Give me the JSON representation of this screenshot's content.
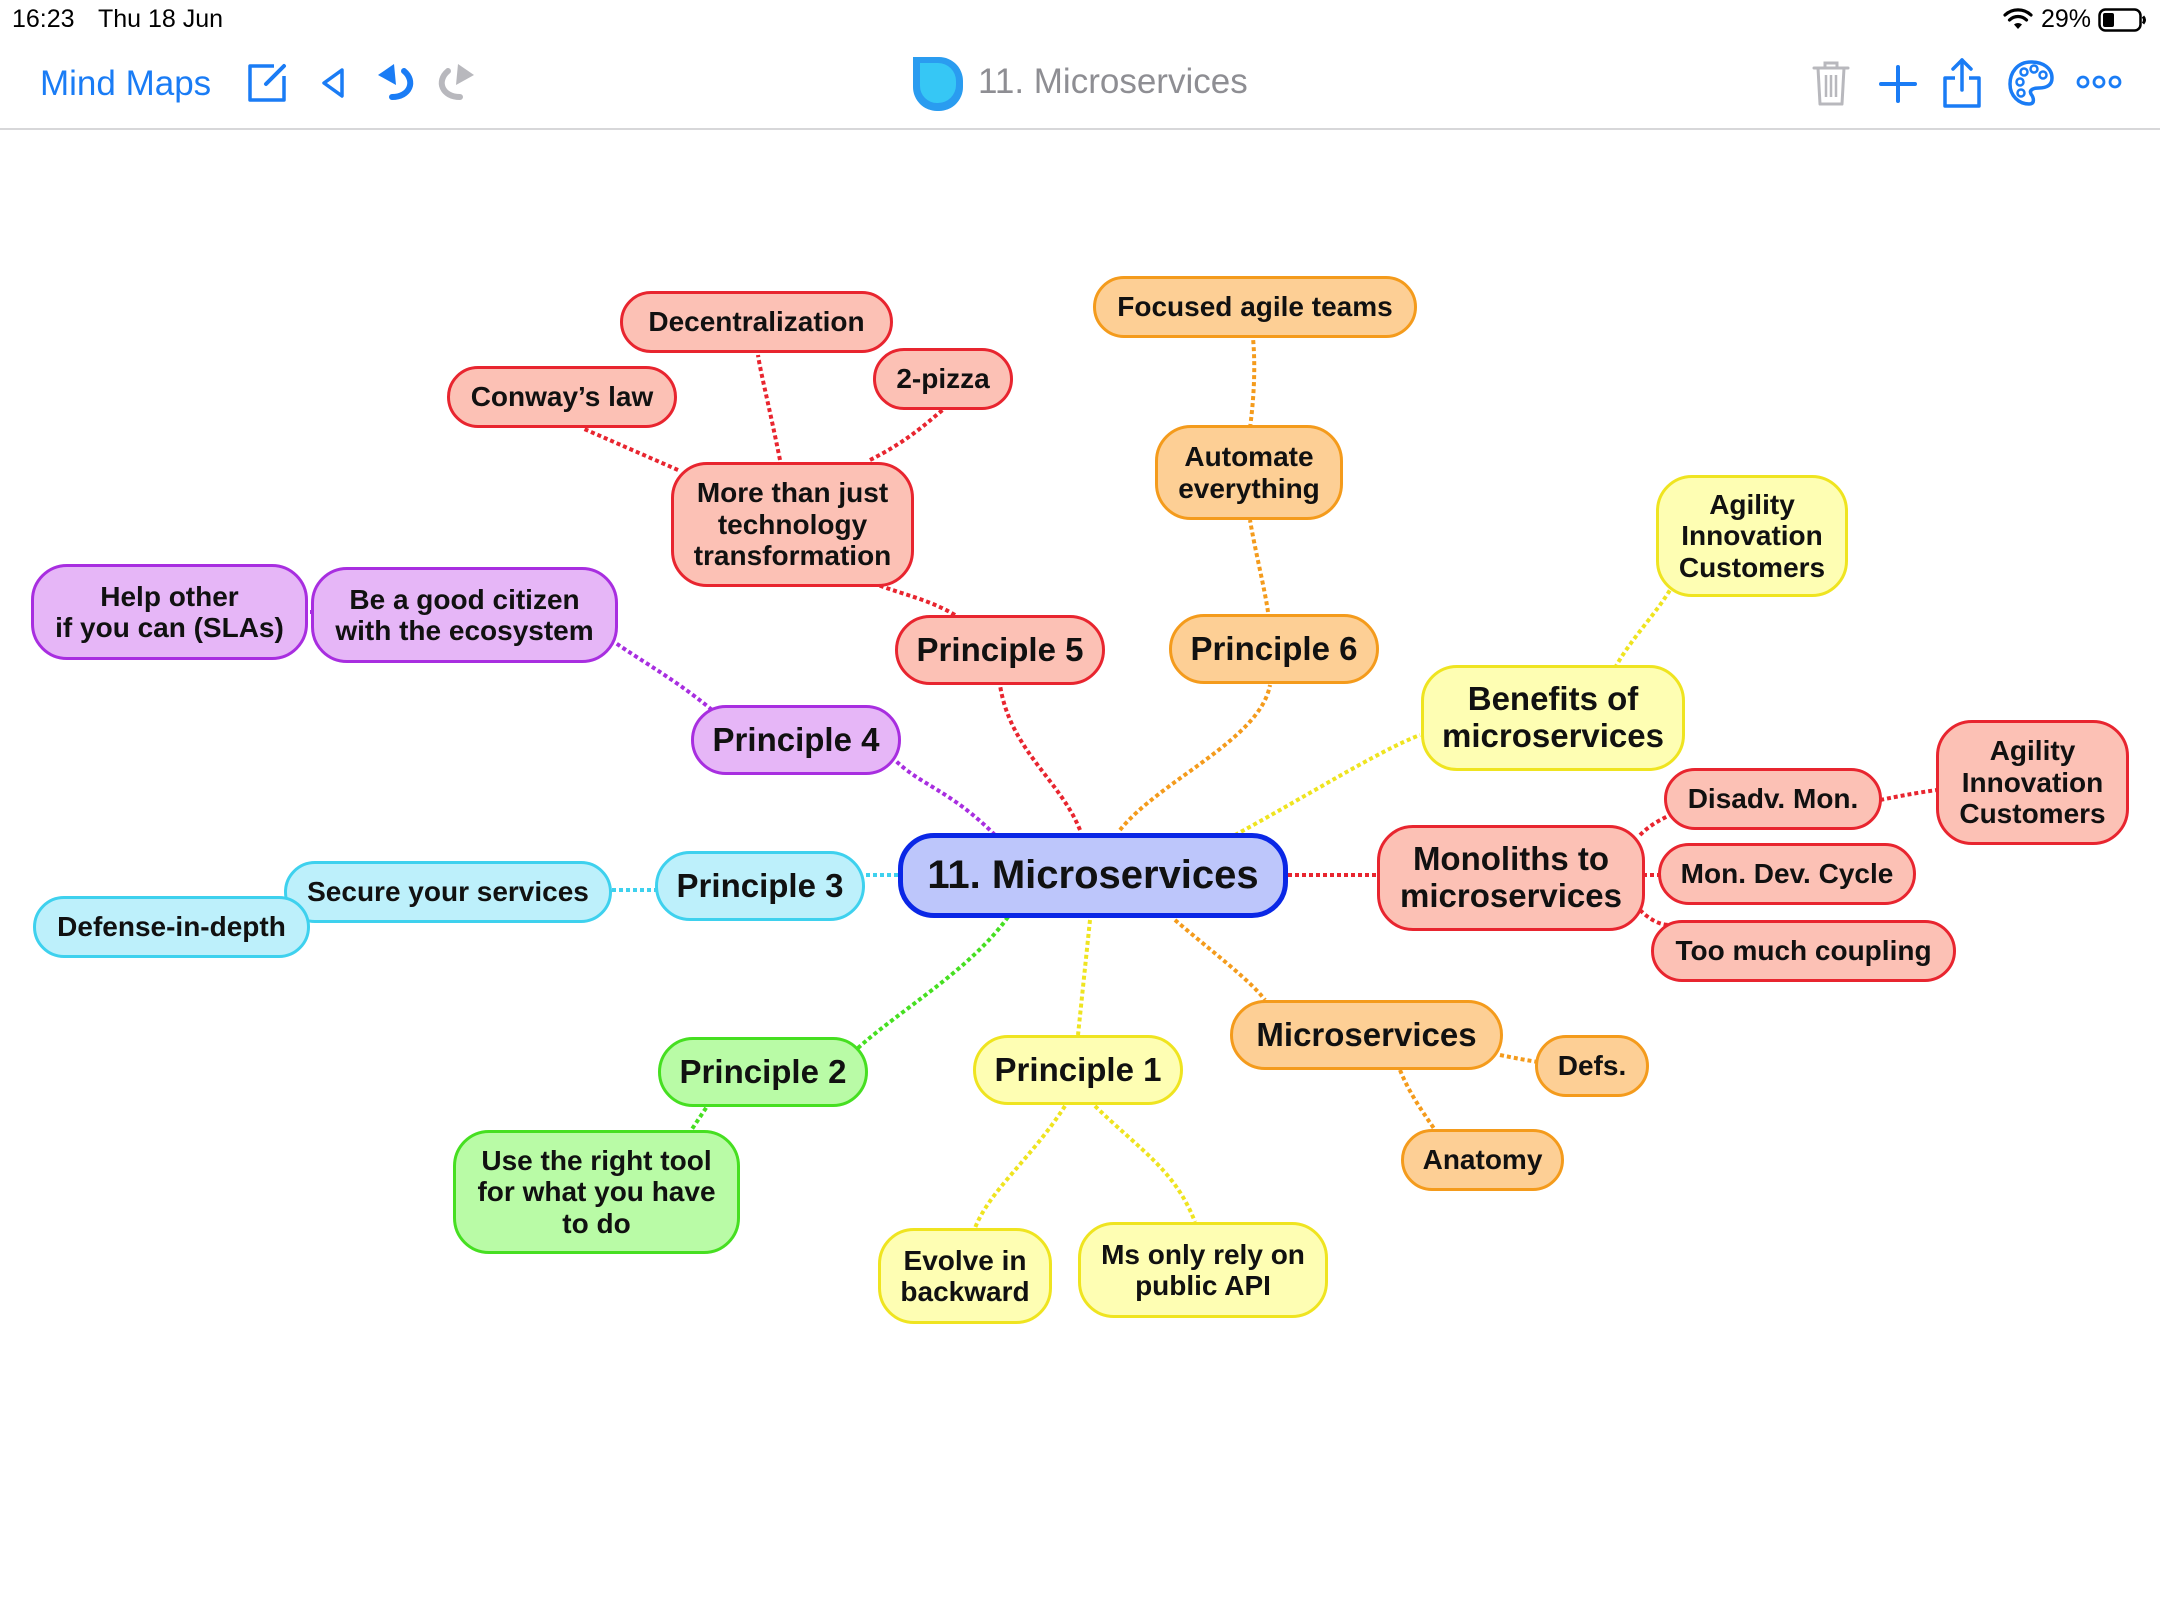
{
  "status_bar": {
    "time": "16:23",
    "date": "Thu 18 Jun",
    "battery": "29%"
  },
  "toolbar": {
    "back_label": "Mind Maps",
    "document_title": "11. Microservices"
  },
  "colors": {
    "red": "#e8252f",
    "orange": "#f49b1c",
    "yellow": "#efe420",
    "purple": "#a82ee0",
    "cyan": "#3ed1ee",
    "green": "#46df21",
    "center": "#0a27e6",
    "accent": "#1a7cf5"
  },
  "mindmap": {
    "center": "11. Microservices",
    "branches": {
      "principle_5": {
        "label": "Principle 5",
        "more_than_tech": "More than just\ntechnology\ntransformation",
        "conways_law": "Conway’s law",
        "decentralization": "Decentralization",
        "two_pizza": "2-pizza"
      },
      "principle_6": {
        "label": "Principle 6",
        "automate": "Automate\neverything",
        "focused_teams": "Focused agile teams"
      },
      "benefits": {
        "label": "Benefits of\nmicroservices",
        "items": "Agility\nInnovation\nCustomers"
      },
      "principle_4": {
        "label": "Principle 4",
        "good_citizen": "Be a good citizen\nwith the ecosystem",
        "help_other": "Help other\nif you can (SLAs)"
      },
      "principle_3": {
        "label": "Principle 3",
        "secure": "Secure your services",
        "defense": "Defense-in-depth"
      },
      "monoliths": {
        "label": "Monoliths to\nmicroservices",
        "disadv": "Disadv. Mon.",
        "disadv_items": "Agility\nInnovation\nCustomers",
        "dev_cycle": "Mon. Dev. Cycle",
        "coupling": "Too much coupling"
      },
      "principle_2": {
        "label": "Principle 2",
        "right_tool": "Use the right tool\nfor what you have\nto do"
      },
      "principle_1": {
        "label": "Principle 1",
        "evolve": "Evolve in\nbackward",
        "public_api": "Ms only rely on\npublic API"
      },
      "microservices": {
        "label": "Microservices",
        "defs": "Defs.",
        "anatomy": "Anatomy"
      }
    }
  }
}
